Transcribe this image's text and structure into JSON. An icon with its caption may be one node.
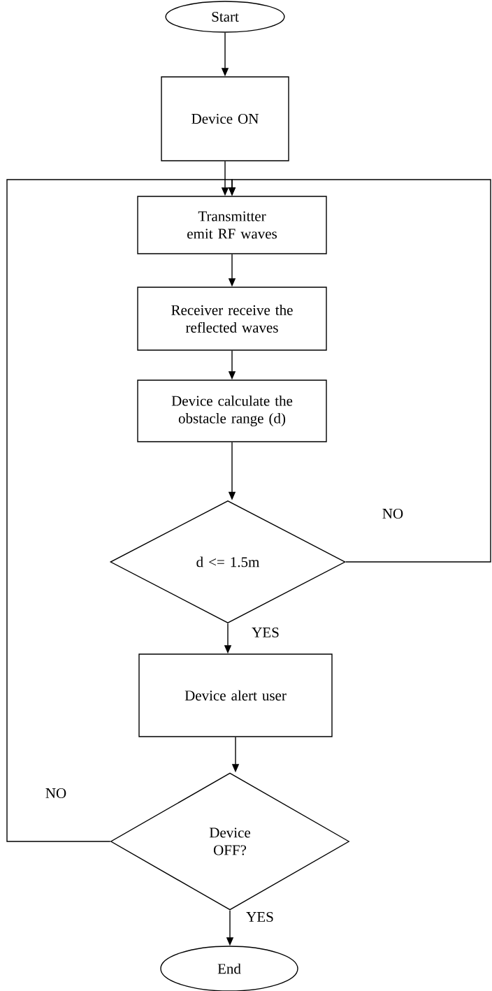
{
  "diagram": {
    "nodes": [
      {
        "text": [
          "Start"
        ]
      },
      {
        "text": [
          "Device ON"
        ]
      },
      {
        "text": [
          "Transmitter emit RF waves"
        ]
      },
      {
        "text": [
          "Receiver receive the reflected waves"
        ]
      },
      {
        "text": [
          "Device calculate the obstacle range (d)"
        ]
      },
      {
        "text": [
          "d <= 1.5m"
        ]
      },
      {
        "text": [
          "Device alert user"
        ]
      },
      {
        "text": [
          "Device OFF?"
        ]
      },
      {
        "text": [
          "End"
        ]
      }
    ],
    "edges": [
      {
        "from": 0,
        "to": 1,
        "arrow": "to"
      },
      {
        "from": 1,
        "to": 2,
        "arrow": "to"
      },
      {
        "from": 2,
        "to": 3,
        "arrow": "to"
      },
      {
        "from": 3,
        "to": 4,
        "arrow": "to"
      },
      {
        "from": 4,
        "to": 5,
        "arrow": "to"
      },
      {
        "from": 5,
        "to": 2,
        "arrow": "to",
        "label": "NO"
      },
      {
        "from": 5,
        "to": 6,
        "arrow": "to",
        "label": "YES"
      },
      {
        "from": 6,
        "to": 7,
        "arrow": "to"
      },
      {
        "from": 7,
        "to": 2,
        "arrow": "to",
        "label": "NO"
      },
      {
        "from": 7,
        "to": 8,
        "arrow": "to",
        "label": "YES"
      }
    ]
  }
}
